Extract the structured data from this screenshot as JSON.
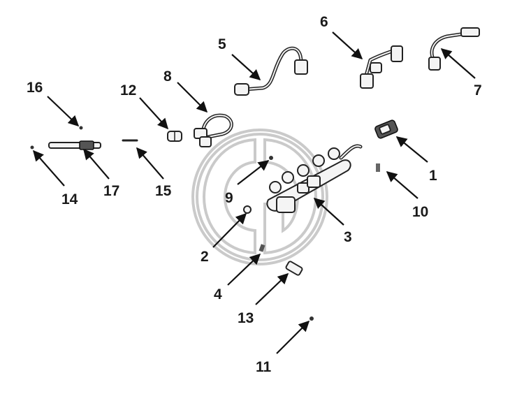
{
  "callouts": [
    {
      "id": "1",
      "label": "1"
    },
    {
      "id": "2",
      "label": "2"
    },
    {
      "id": "3",
      "label": "3"
    },
    {
      "id": "4",
      "label": "4"
    },
    {
      "id": "5",
      "label": "5"
    },
    {
      "id": "6",
      "label": "6"
    },
    {
      "id": "7",
      "label": "7"
    },
    {
      "id": "8",
      "label": "8"
    },
    {
      "id": "9",
      "label": "9"
    },
    {
      "id": "10",
      "label": "10"
    },
    {
      "id": "11",
      "label": "11"
    },
    {
      "id": "12",
      "label": "12"
    },
    {
      "id": "13",
      "label": "13"
    },
    {
      "id": "14",
      "label": "14"
    },
    {
      "id": "15",
      "label": "15"
    },
    {
      "id": "16",
      "label": "16"
    },
    {
      "id": "17",
      "label": "17"
    }
  ],
  "watermark": {
    "icon": "gp-logo-watermark",
    "color": "#bdbdbd"
  },
  "colors": {
    "ink": "#111111",
    "background": "#ffffff"
  }
}
